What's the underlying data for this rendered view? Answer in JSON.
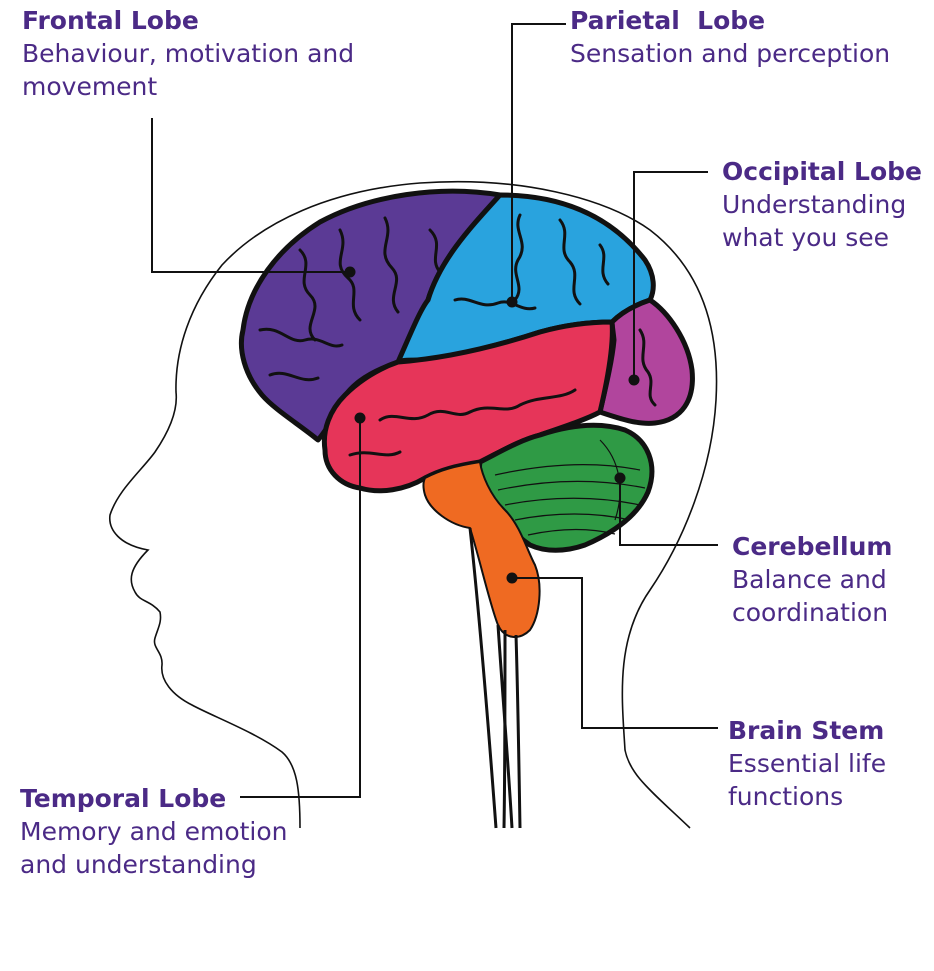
{
  "colors": {
    "text": "#4b2a86",
    "frontal": "#5b3a95",
    "parietal": "#29a3de",
    "occipital": "#b1459d",
    "temporal": "#e63559",
    "cerebellum": "#2f9a45",
    "brain_stem": "#ef6a22",
    "outline": "#111111"
  },
  "labels": {
    "frontal": {
      "title": "Frontal Lobe",
      "desc": "Behaviour, motivation and movement"
    },
    "parietal": {
      "title": "Parietal  Lobe",
      "desc": "Sensation and perception"
    },
    "occipital": {
      "title": "Occipital Lobe",
      "desc": "Understanding what you see"
    },
    "cerebellum": {
      "title": "Cerebellum",
      "desc": "Balance and coordination"
    },
    "brain_stem": {
      "title": "Brain Stem",
      "desc": "Essential life functions"
    },
    "temporal": {
      "title": "Temporal Lobe",
      "desc": "Memory and emotion and understanding"
    }
  }
}
